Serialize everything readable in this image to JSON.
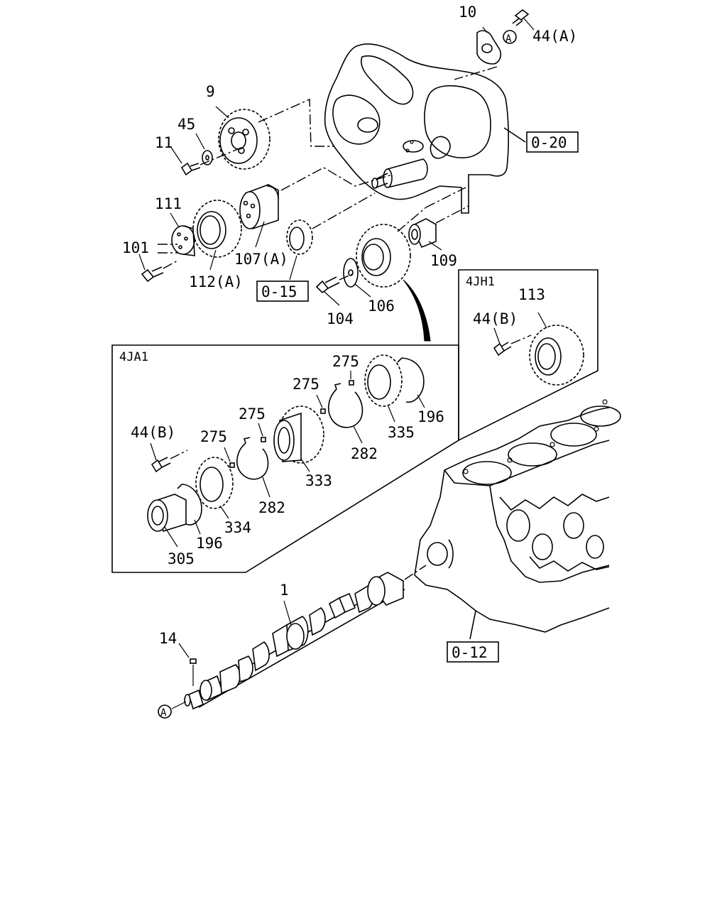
{
  "labels": {
    "p10": "10",
    "p44a": "44(A)",
    "refA_top": "A",
    "p9": "9",
    "p45": "45",
    "p11": "11",
    "p020": "0-20",
    "p111": "111",
    "p101": "101",
    "p107a": "107(A)",
    "p112a": "112(A)",
    "p015": "0-15",
    "p109": "109",
    "p104": "104",
    "p106": "106",
    "p4jh1": "4JH1",
    "p113": "113",
    "p44b_jh": "44(B)",
    "p4ja1": "4JA1",
    "p275_a": "275",
    "p275_b": "275",
    "p275_c": "275",
    "p275_d": "275",
    "p44b_ja": "44(B)",
    "p196_a": "196",
    "p335": "335",
    "p282_a": "282",
    "p333": "333",
    "p282_b": "282",
    "p334": "334",
    "p196_b": "196",
    "p305": "305",
    "p1": "1",
    "p14": "14",
    "refA_bottom": "A",
    "p012": "0-12"
  }
}
